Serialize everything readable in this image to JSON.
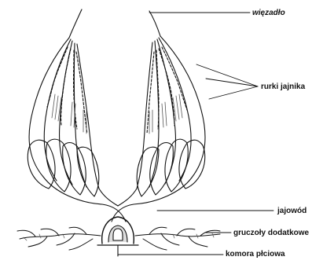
{
  "labels": {
    "ligament": "więzadło",
    "ovarioles": "rurki jajnika",
    "oviduct": "jajowód",
    "accessory_glands": "gruczoły dodatkowe",
    "genital_chamber": "komora płciowa"
  },
  "colors": {
    "ink": "#111111",
    "shading": "#555555",
    "paper": "#ffffff"
  }
}
